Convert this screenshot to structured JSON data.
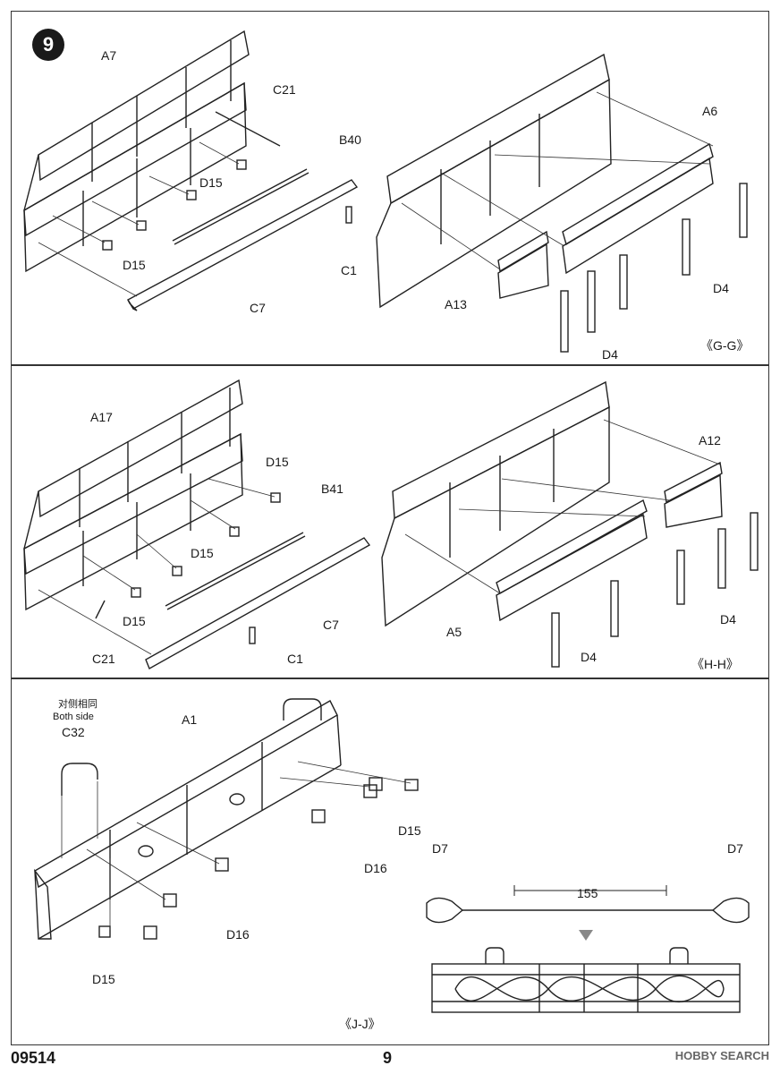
{
  "step_number": "9",
  "panel1": {
    "labels": {
      "a7": "A7",
      "c21": "C21",
      "b40": "B40",
      "d15_a": "D15",
      "d15_b": "D15",
      "c1": "C1",
      "c7": "C7",
      "a6": "A6",
      "a13": "A13",
      "d4_a": "D4",
      "d4_b": "D4"
    },
    "view": "《G-G》"
  },
  "panel2": {
    "labels": {
      "a17": "A17",
      "d15_a": "D15",
      "b41": "B41",
      "d15_b": "D15",
      "d15_c": "D15",
      "c21": "C21",
      "c7": "C7",
      "c1": "C1",
      "a12": "A12",
      "a5": "A5",
      "d4_a": "D4",
      "d4_b": "D4"
    },
    "view": "《H-H》"
  },
  "panel3": {
    "note_cn": "对侧相同",
    "note_en": "Both side",
    "labels": {
      "c32": "C32",
      "a1": "A1",
      "d15_a": "D15",
      "d16_a": "D16",
      "d16_b": "D16",
      "d15_b": "D15",
      "d7_a": "D7",
      "d7_b": "D7",
      "dim": "155"
    },
    "view": "《J-J》"
  },
  "footer": {
    "code": "09514",
    "page": "9"
  },
  "watermark": "HOBBY SEARCH"
}
